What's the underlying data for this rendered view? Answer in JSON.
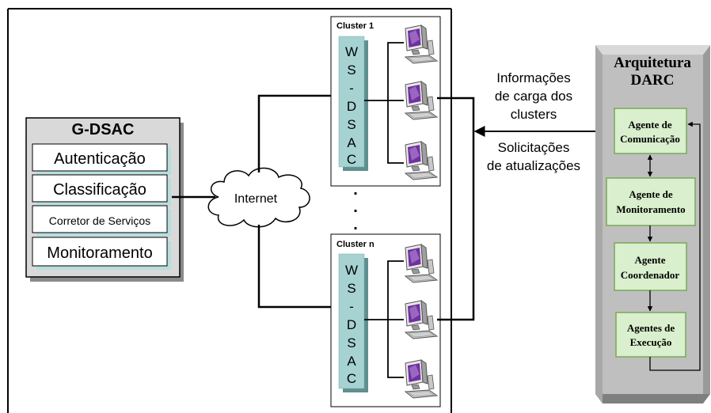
{
  "gdsac": {
    "title": "G-DSAC",
    "modules": [
      "Autenticação",
      "Classificação",
      "Corretor de Serviços",
      "Monitoramento"
    ]
  },
  "internet_label": "Internet",
  "clusters": [
    {
      "label": "Cluster 1",
      "ws_letters": [
        "W",
        "S",
        "-",
        "D",
        "S",
        "A",
        "C"
      ]
    },
    {
      "label": "Cluster n",
      "ws_letters": [
        "W",
        "S",
        "-",
        "D",
        "S",
        "A",
        "C"
      ]
    }
  ],
  "ellipsis": [
    ".",
    ".",
    "."
  ],
  "messages": {
    "info_lines": [
      "Informações",
      "de carga dos",
      "clusters"
    ],
    "request_lines": [
      "Solicitações",
      "de atualizações"
    ]
  },
  "darc": {
    "title_lines": [
      "Arquitetura",
      "DARC"
    ],
    "agents": [
      {
        "lines": [
          "Agente de",
          "Comunicação"
        ]
      },
      {
        "lines": [
          "Agente de",
          "Monitoramento"
        ]
      },
      {
        "lines": [
          "Agente",
          "Coordenador"
        ]
      },
      {
        "lines": [
          "Agentes de",
          "Execução"
        ]
      }
    ]
  },
  "colors": {
    "gdsac_fill": "#d9d9d9",
    "module_shadow": "#b7dede",
    "ws_bar": "#a6d2d2",
    "darc_fill": "#bfbfbf",
    "agent_fill": "#d9efcd",
    "agent_border": "#78a85a",
    "monitor_screen": "#7030a0"
  }
}
